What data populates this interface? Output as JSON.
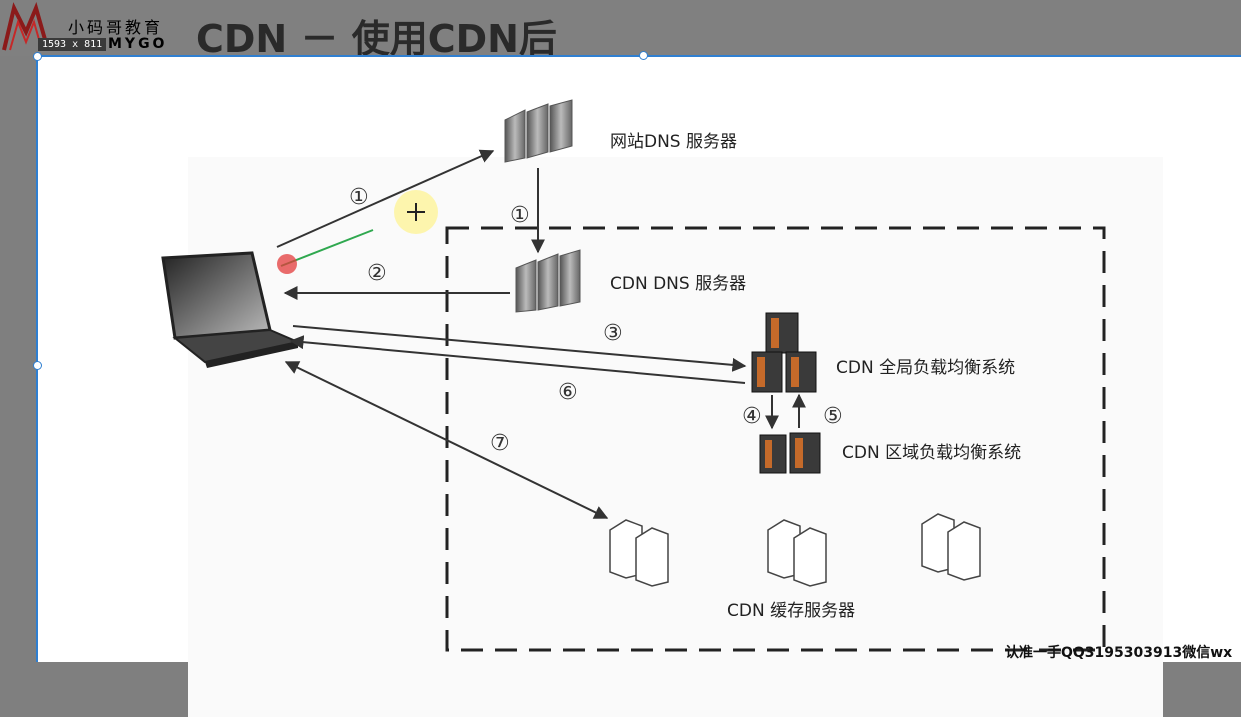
{
  "header": {
    "logo_cn": "小码哥教育",
    "logo_en": "MYGO",
    "size_badge": "1593 x 811",
    "title": "CDN － 使用CDN后"
  },
  "diagram": {
    "nodes": {
      "site_dns": "网站DNS 服务器",
      "cdn_dns": "CDN DNS 服务器",
      "global_lb": "CDN   全局负载均衡系统",
      "region_lb": "CDN   区域负载均衡系统",
      "cache": "CDN  缓存服务器"
    },
    "steps": {
      "s1a": "①",
      "s1b": "①",
      "s2": "②",
      "s3": "③",
      "s4": "④",
      "s5": "⑤",
      "s6": "⑥",
      "s7": "⑦"
    }
  },
  "footer": {
    "watermark": "认准一手QQ3195303913微信wx"
  },
  "colors": {
    "selection": "#2f7fd1",
    "annotation_red": "#e33b3b",
    "annotation_green": "#2fa84f",
    "cursor_highlight": "#fff27a"
  }
}
